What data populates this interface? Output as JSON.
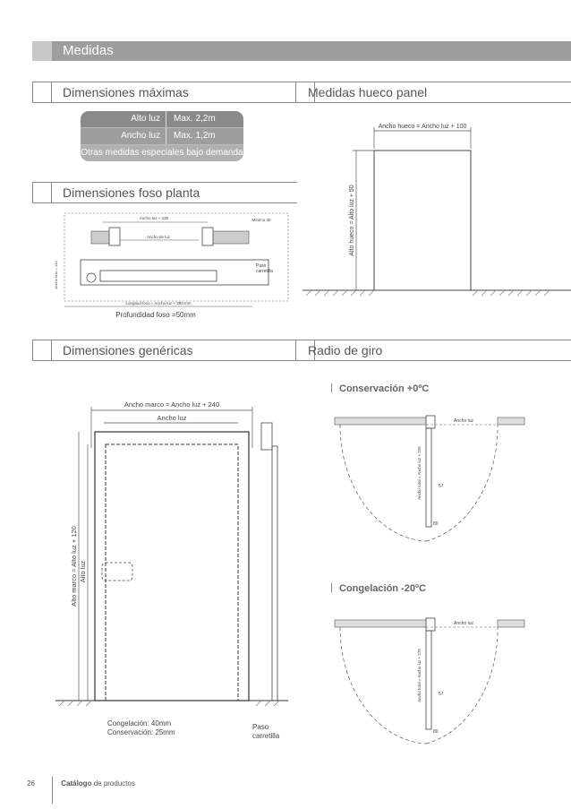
{
  "header": {
    "title": "Medidas"
  },
  "sections": {
    "dim_max": "Dimensiones máximas",
    "hueco_panel": "Medidas hueco panel",
    "foso_planta": "Dimensiones foso planta",
    "genericas": "Dimensiones genéricas",
    "radio_giro": "Radio de giro"
  },
  "max_table": {
    "rows": [
      {
        "label": "Alto luz",
        "value": "Max. 2,2m"
      },
      {
        "label": "Ancho luz",
        "value": "Max. 1,2m"
      }
    ],
    "note": "Otras medidas especiales bajo demanda"
  },
  "hueco": {
    "ancho": "Ancho hueco = Ancho luz + 100",
    "alto": "Alto hueco = Alto luz + 50"
  },
  "foso": {
    "ancho_luz_130": "Ancho luz + 130",
    "minimo": "Mínimo 30",
    "ancho_luz": "Ancho de luz",
    "ancho_foso": "Ancho foso = 110",
    "paso": "Paso",
    "carretilla": "carretilla",
    "longitud": "Longitud foso = Ancho luz + 380 mm",
    "profundidad": "Profundidad foso =50mm"
  },
  "genericas": {
    "ancho_marco": "Ancho marco = Ancho luz + 240",
    "ancho_luz": "Ancho luz",
    "alto_marco": "Alto marco = Alto luz + 120",
    "alto_luz": "Alto luz",
    "congelacion": "Congelación: 40mm",
    "conservacion": "Conservación: 25mm",
    "paso": "Paso",
    "carretilla": "carretilla"
  },
  "giro": {
    "cons_title": "Conservación +0ºC",
    "cong_title": "Congelación -20ºC",
    "ancho_luz": "Ancho luz",
    "cons_alto": "Ancho total = Ancho luz + 225",
    "cong_alto": "Ancho total = Ancho luz + 270",
    "d57": "57",
    "d80": "80"
  },
  "footer": {
    "page": "26",
    "catalog_bold": "Catálogo",
    "catalog_rest": " de productos"
  }
}
